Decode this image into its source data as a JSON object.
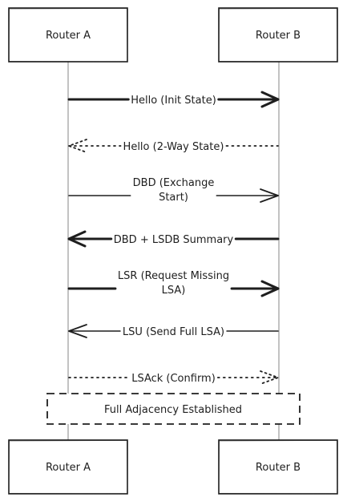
{
  "participants": {
    "a": "Router A",
    "b": "Router B"
  },
  "messages": [
    {
      "id": "hello-init",
      "lines": [
        "Hello (Init State)"
      ],
      "direction": "a-to-b",
      "style": "solid",
      "arrow": "thick"
    },
    {
      "id": "hello-2way",
      "lines": [
        "Hello (2-Way State)"
      ],
      "direction": "b-to-a",
      "style": "dotted",
      "arrow": "open"
    },
    {
      "id": "dbd-exchange",
      "lines": [
        "DBD (Exchange",
        "Start)"
      ],
      "direction": "a-to-b",
      "style": "solid",
      "arrow": "thin"
    },
    {
      "id": "dbd-lsdb",
      "lines": [
        "DBD + LSDB Summary"
      ],
      "direction": "b-to-a",
      "style": "solid",
      "arrow": "thick"
    },
    {
      "id": "lsr",
      "lines": [
        "LSR (Request Missing",
        "LSA)"
      ],
      "direction": "a-to-b",
      "style": "solid",
      "arrow": "thick"
    },
    {
      "id": "lsu",
      "lines": [
        "LSU (Send Full LSA)"
      ],
      "direction": "b-to-a",
      "style": "solid",
      "arrow": "thin"
    },
    {
      "id": "lsack",
      "lines": [
        "LSAck (Confirm)"
      ],
      "direction": "a-to-b",
      "style": "dotted",
      "arrow": "open"
    }
  ],
  "note": "Full Adjacency Established",
  "colors": {
    "stroke": "#1e1e1e",
    "lifeline": "#9a9a9a",
    "background": "#ffffff"
  }
}
